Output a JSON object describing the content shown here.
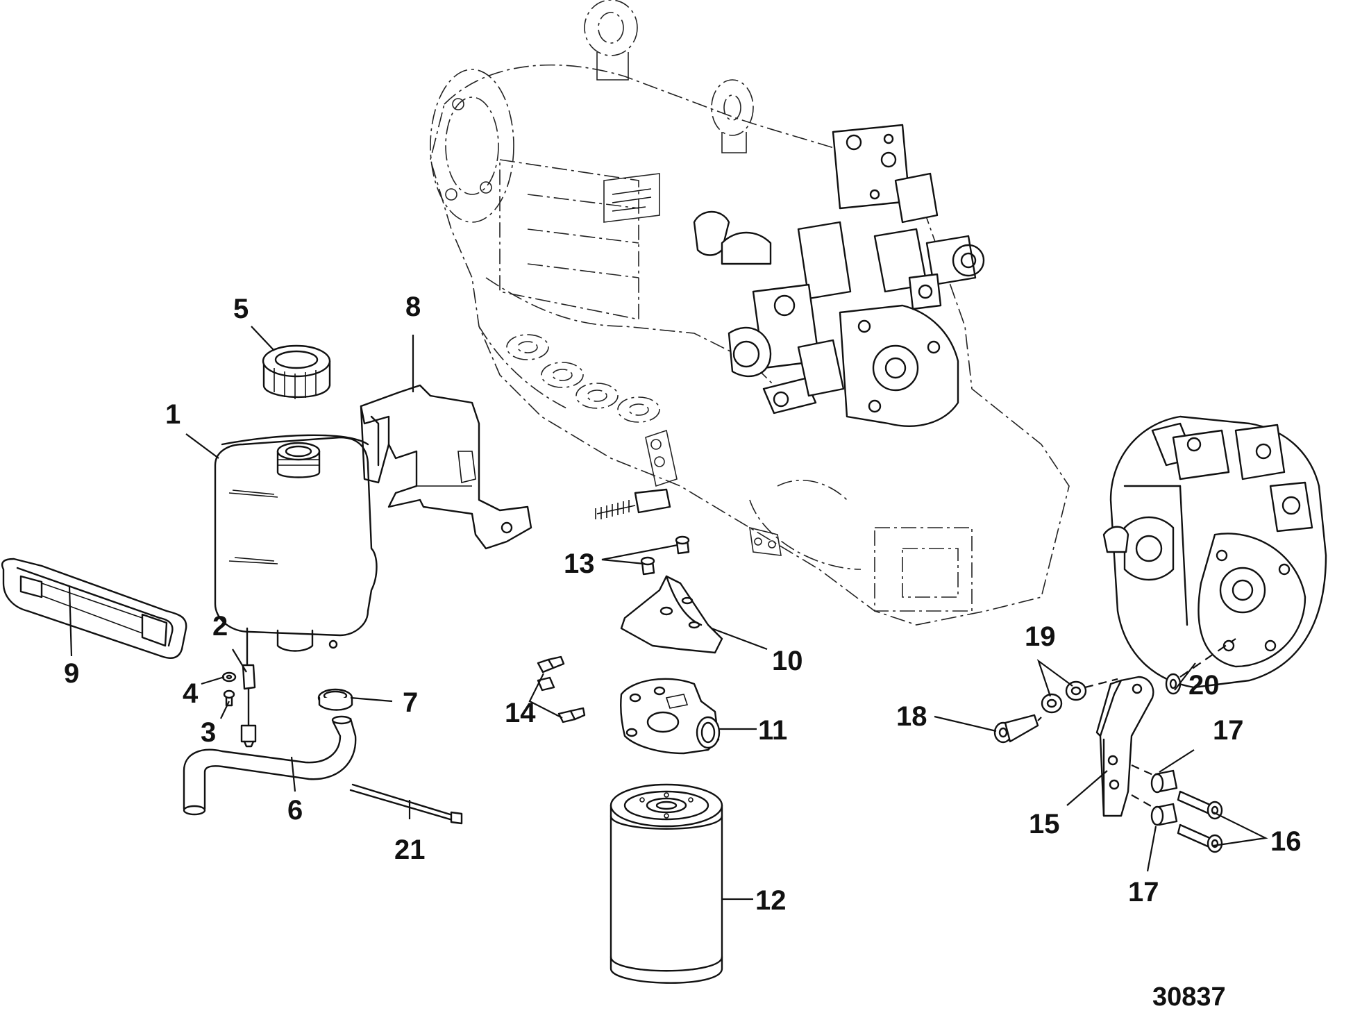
{
  "diagram": {
    "figure_number": "30837",
    "callouts": {
      "c1": "1",
      "c2": "2",
      "c3": "3",
      "c4": "4",
      "c5": "5",
      "c6": "6",
      "c7": "7",
      "c8": "8",
      "c9": "9",
      "c10": "10",
      "c11": "11",
      "c12": "12",
      "c13": "13",
      "c14": "14",
      "c15": "15",
      "c16": "16",
      "c17a": "17",
      "c17b": "17",
      "c18": "18",
      "c19": "19",
      "c20": "20",
      "c21": "21"
    },
    "parts": [
      "reservoir-tank",
      "sender",
      "screw",
      "washer",
      "fill-cap",
      "hose",
      "hose-clamp",
      "reservoir-bracket",
      "strap",
      "filter-bracket",
      "filter-adapter",
      "oil-filter",
      "adapter-screws",
      "bracket-screws",
      "pump-bracket",
      "bracket-bolts",
      "spacers",
      "pivot-bolt",
      "washers",
      "pump-washer",
      "cable-tie",
      "transmission-assembly",
      "hydraulic-pump"
    ]
  }
}
